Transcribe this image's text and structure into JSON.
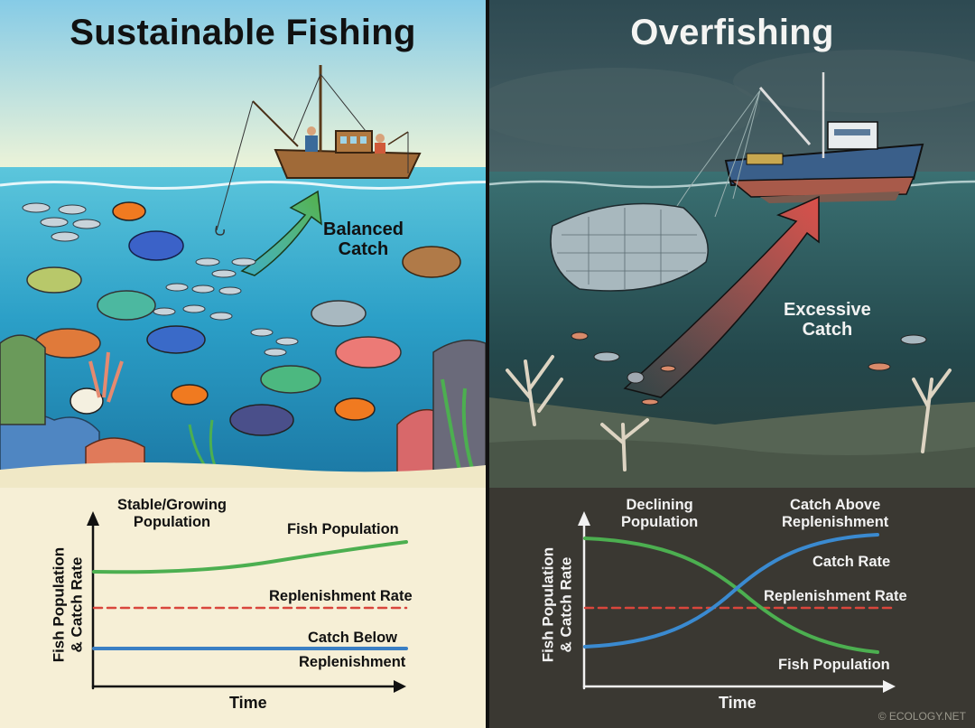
{
  "left_panel": {
    "title": "Sustainable Fishing",
    "illustration_label": "Balanced\nCatch",
    "illustration_label_lines": [
      "Balanced",
      "Catch"
    ],
    "colors": {
      "sky_top": "#8fd0e8",
      "sky_bottom": "#e8f3dc",
      "water": "#3fb3cf",
      "deep_water": "#1f86b0",
      "sand": "#efe6c4",
      "chart_bg": "#f6efd6",
      "arrow": "#5cb85c"
    },
    "chart": {
      "annotation": [
        "Stable/Growing",
        "Population"
      ],
      "fish_population_label": "Fish Population",
      "replenishment_label": "Replenishment Rate",
      "catch_label": [
        "Catch Below",
        "Replenishment"
      ],
      "y_axis_label": [
        "Fish Population",
        "& Catch Rate"
      ],
      "x_axis_label": "Time"
    }
  },
  "right_panel": {
    "title": "Overfishing",
    "illustration_label_lines": [
      "Excessive",
      "Catch"
    ],
    "colors": {
      "sky": "#33494f",
      "water": "#2b5558",
      "seabed": "#4b5a4e",
      "chart_bg": "#3a3832",
      "arrow": "#d64a42"
    },
    "chart": {
      "annotation": [
        "Declining",
        "Population"
      ],
      "catch_annotation": [
        "Catch Above",
        "Replenishment"
      ],
      "catch_rate_label": "Catch Rate",
      "replenishment_label": "Replenishment Rate",
      "fish_population_label": "Fish Population",
      "y_axis_label": [
        "Fish Population",
        "& Catch Rate"
      ],
      "x_axis_label": "Time"
    }
  },
  "copyright": "© ECOLOGY.NET",
  "chart_data": [
    {
      "type": "line",
      "title": "Sustainable Fishing",
      "xlabel": "Time",
      "ylabel": "Fish Population & Catch Rate",
      "x": [
        0,
        1,
        2,
        3,
        4,
        5
      ],
      "series": [
        {
          "name": "Fish Population",
          "color": "#4caf50",
          "values": [
            0.72,
            0.72,
            0.73,
            0.75,
            0.79,
            0.85
          ]
        },
        {
          "name": "Replenishment Rate",
          "color": "#d9463c",
          "style": "dashed",
          "values": [
            0.5,
            0.5,
            0.5,
            0.5,
            0.5,
            0.5
          ]
        },
        {
          "name": "Catch Rate (Catch Below Replenishment)",
          "color": "#3a7fc4",
          "values": [
            0.28,
            0.28,
            0.28,
            0.28,
            0.28,
            0.28
          ]
        }
      ],
      "annotations": [
        "Stable/Growing Population",
        "Catch Below Replenishment"
      ],
      "grid": false,
      "ylim": [
        0,
        1
      ]
    },
    {
      "type": "line",
      "title": "Overfishing",
      "xlabel": "Time",
      "ylabel": "Fish Population & Catch Rate",
      "x": [
        0,
        1,
        2,
        3,
        4,
        5
      ],
      "series": [
        {
          "name": "Fish Population",
          "color": "#4caf50",
          "values": [
            0.88,
            0.84,
            0.72,
            0.52,
            0.34,
            0.24
          ]
        },
        {
          "name": "Catch Rate",
          "color": "#3a7fc4",
          "values": [
            0.25,
            0.3,
            0.42,
            0.65,
            0.82,
            0.88
          ]
        },
        {
          "name": "Replenishment Rate",
          "color": "#d9463c",
          "style": "dashed",
          "values": [
            0.5,
            0.5,
            0.5,
            0.5,
            0.5,
            0.5
          ]
        }
      ],
      "annotations": [
        "Declining Population",
        "Catch Above Replenishment"
      ],
      "grid": false,
      "ylim": [
        0,
        1
      ]
    }
  ]
}
